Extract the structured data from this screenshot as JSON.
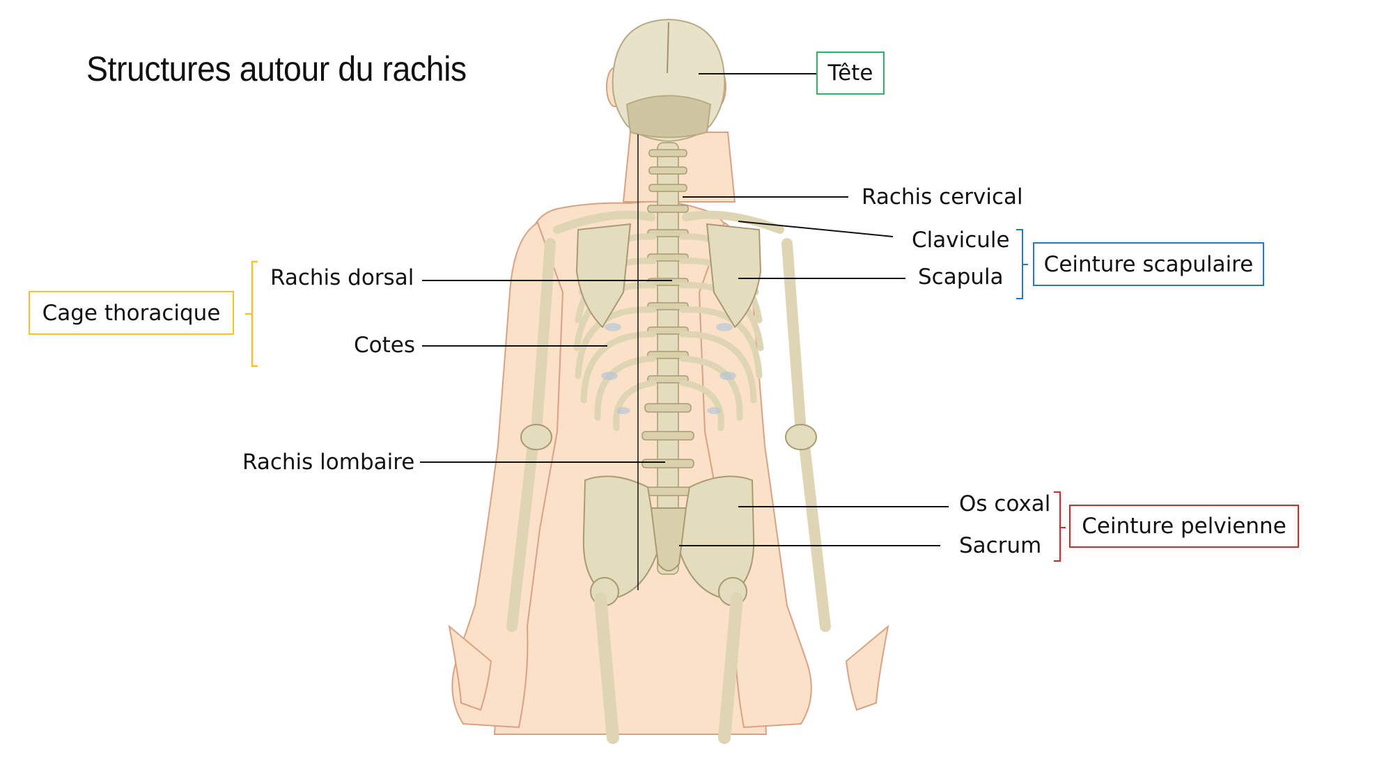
{
  "title": "Structures autour du rachis",
  "colors": {
    "tete": "#2db35d",
    "ceinture_scapulaire": "#2478c8",
    "cage_thoracique": "#f6c12c",
    "ceinture_pelvienne": "#e02424",
    "skin": "#fbe1c8",
    "bone": "#e8e2c8",
    "leader_line": "#111111"
  },
  "labels": {
    "rachis_cervical": "Rachis cervical",
    "clavicule": "Clavicule",
    "scapula": "Scapula",
    "rachis_dorsal": "Rachis dorsal",
    "cotes": "Cotes",
    "rachis_lombaire": "Rachis lombaire",
    "os_coxal": "Os coxal",
    "sacrum": "Sacrum"
  },
  "groups": {
    "tete": "Tête",
    "ceinture_scapulaire": "Ceinture scapulaire",
    "cage_thoracique": "Cage thoracique",
    "ceinture_pelvienne": "Ceinture pelvienne"
  },
  "figure": {
    "illustration": "posterior-view-skeleton"
  }
}
